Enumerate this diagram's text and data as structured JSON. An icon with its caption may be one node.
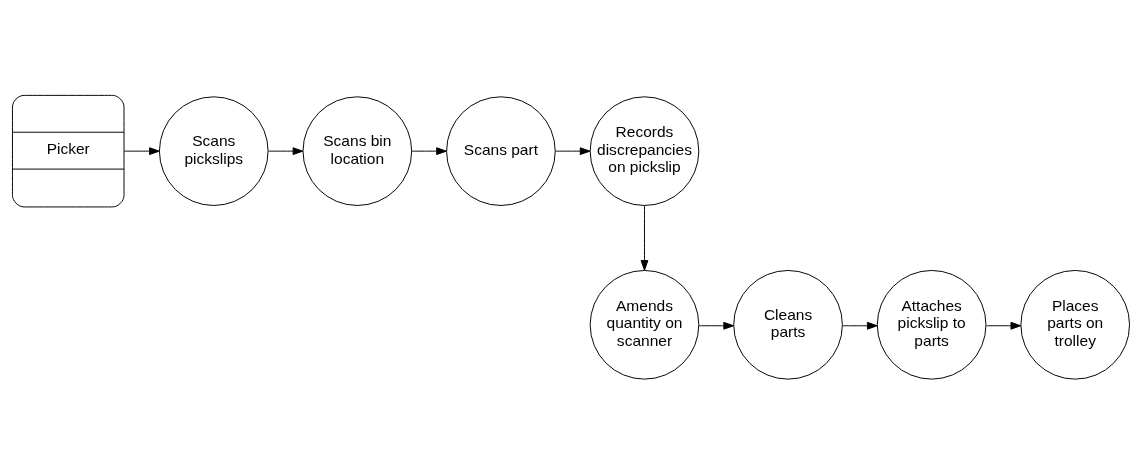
{
  "diagram": {
    "nodes": [
      {
        "text": [
          "Picker"
        ]
      },
      {
        "text": [
          "Scans pickslips"
        ]
      },
      {
        "text": [
          "Scans bin location"
        ]
      },
      {
        "text": [
          "Scans part"
        ]
      },
      {
        "text": [
          "Records discrepancies on pickslip"
        ]
      },
      {
        "text": [
          "Amends quantity on scanner"
        ]
      },
      {
        "text": [
          "Cleans parts"
        ]
      },
      {
        "text": [
          "Attaches pickslip to parts"
        ]
      },
      {
        "text": [
          "Places parts on trolley"
        ]
      }
    ],
    "edges": [
      {
        "from": 0,
        "to": 1,
        "arrow": "to"
      },
      {
        "from": 1,
        "to": 2,
        "arrow": "to"
      },
      {
        "from": 2,
        "to": 3,
        "arrow": "to"
      },
      {
        "from": 3,
        "to": 4,
        "arrow": "to"
      },
      {
        "from": 4,
        "to": 5,
        "arrow": "to"
      },
      {
        "from": 5,
        "to": 6,
        "arrow": "to"
      },
      {
        "from": 6,
        "to": 7,
        "arrow": "to"
      },
      {
        "from": 7,
        "to": 8,
        "arrow": "to"
      }
    ]
  }
}
